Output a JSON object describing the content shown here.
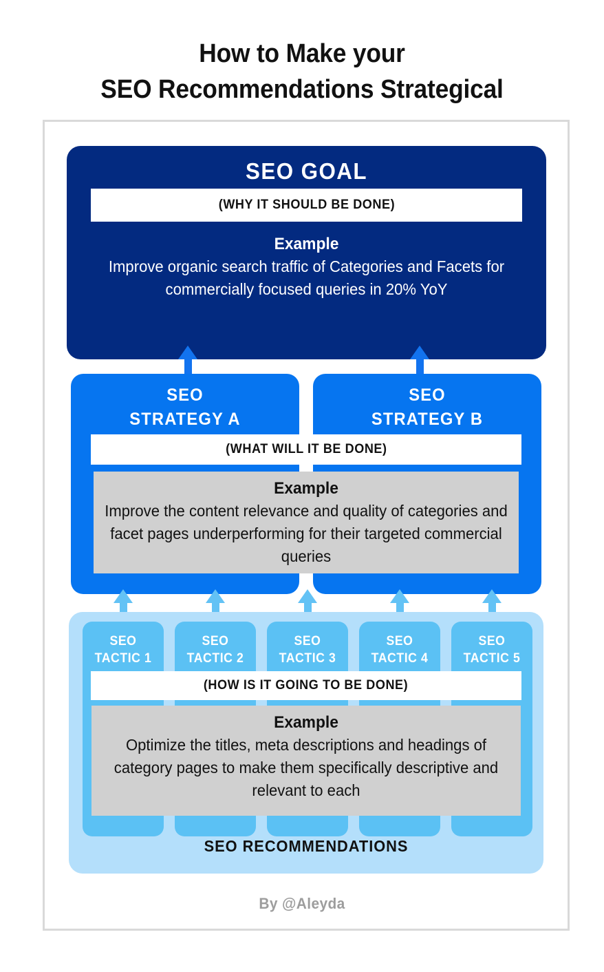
{
  "title": {
    "line1": "How to Make your",
    "line2": "SEO Recommendations Strategical"
  },
  "goal": {
    "heading": "SEO GOAL",
    "band": "(WHY IT SHOULD BE DONE)",
    "example_label": "Example",
    "example_text": "Improve organic search traffic of Categories and Facets for commercially focused queries in 20% YoY",
    "color": "#032a80"
  },
  "strategies": {
    "band": "(WHAT WILL IT BE DONE)",
    "example_label": "Example",
    "example_text": "Improve the content relevance and quality of categories and facet pages underperforming for their targeted commercial queries",
    "color": "#0675f0",
    "example_bg": "#d0d0d0",
    "cards": [
      {
        "line1": "SEO",
        "line2": "STRATEGY A"
      },
      {
        "line1": "SEO",
        "line2": "STRATEGY B"
      }
    ]
  },
  "tactics": {
    "band": "(HOW IS IT GOING TO BE DONE)",
    "example_label": "Example",
    "example_text": "Optimize the titles, meta descriptions and headings of category pages to make them specifically descriptive and relevant to each",
    "container_label": "SEO RECOMMENDATIONS",
    "card_color": "#5bc1f4",
    "container_color": "#b4dffb",
    "example_bg": "#d0d0d0",
    "cards": [
      {
        "line1": "SEO",
        "line2": "TACTIC 1"
      },
      {
        "line1": "SEO",
        "line2": "TACTIC 2"
      },
      {
        "line1": "SEO",
        "line2": "TACTIC 3"
      },
      {
        "line1": "SEO",
        "line2": "TACTIC 4"
      },
      {
        "line1": "SEO",
        "line2": "TACTIC 5"
      }
    ]
  },
  "arrows": {
    "goal_color": "#1273ef",
    "tactic_color": "#63c2f5"
  },
  "footer": {
    "credit": "By @Aleyda"
  }
}
